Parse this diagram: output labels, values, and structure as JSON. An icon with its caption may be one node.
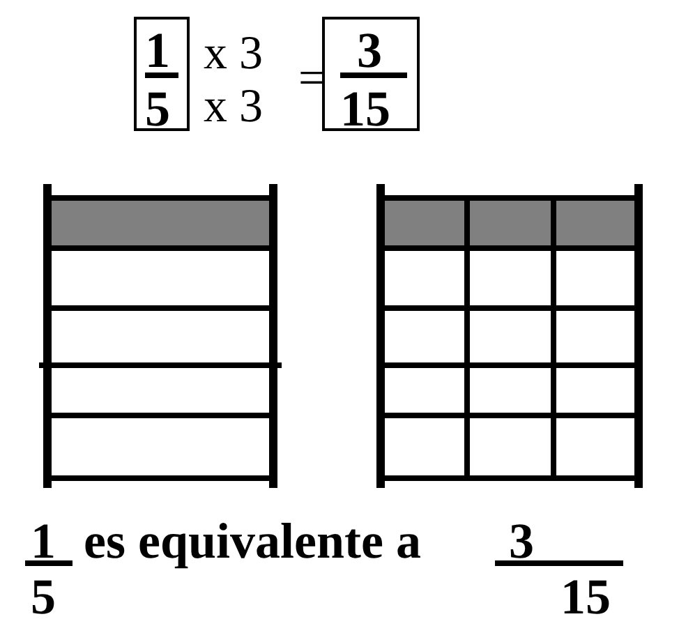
{
  "diagram": {
    "labels": [
      "1",
      "x 3",
      "=",
      "3",
      "5",
      "x 3",
      "15",
      "1",
      "es equivalente a",
      "3",
      "5",
      "15"
    ]
  }
}
